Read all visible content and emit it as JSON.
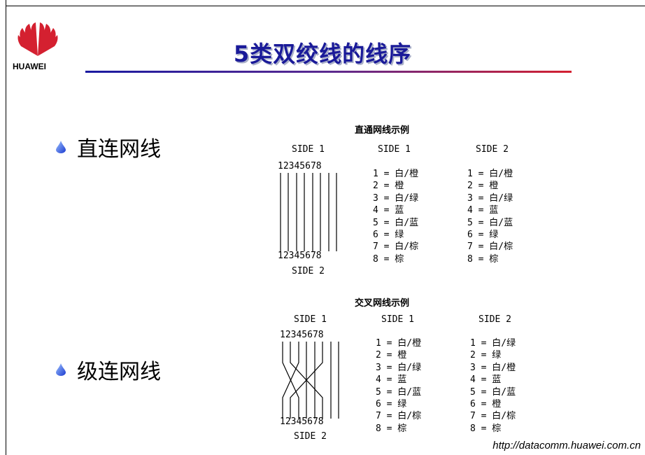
{
  "brand": {
    "name": "HUAWEI",
    "color": "#d42030"
  },
  "title": "5类双绞线的线序",
  "bullets": [
    {
      "label": "直连网线",
      "icon": "drop-icon"
    },
    {
      "label": "级连网线",
      "icon": "drop-icon"
    }
  ],
  "straight": {
    "heading": "直通网线示例",
    "side1_label": "SIDE 1",
    "side2_label": "SIDE 2",
    "pins": "12345678",
    "col1_head": "SIDE 1",
    "col2_head": "SIDE 2",
    "col1": [
      "1 = 白/橙",
      "2 = 橙",
      "3 = 白/绿",
      "4 = 蓝",
      "5 = 白/蓝",
      "6 = 绿",
      "7 = 白/棕",
      "8 = 棕"
    ],
    "col2": [
      "1 = 白/橙",
      "2 = 橙",
      "3 = 白/绿",
      "4 = 蓝",
      "5 = 白/蓝",
      "6 = 绿",
      "7 = 白/棕",
      "8 = 棕"
    ]
  },
  "crossover": {
    "heading": "交叉网线示例",
    "side1_label": "SIDE 1",
    "side2_label": "SIDE 2",
    "pins": "12345678",
    "col1_head": "SIDE 1",
    "col2_head": "SIDE 2",
    "col1": [
      "1 = 白/橙",
      "2 = 橙",
      "3 = 白/绿",
      "4 = 蓝",
      "5 = 白/蓝",
      "6 = 绿",
      "7 = 白/棕",
      "8 = 棕"
    ],
    "col2": [
      "1 = 白/绿",
      "2 = 绿",
      "3 = 白/橙",
      "4 = 蓝",
      "5 = 白/蓝",
      "6 = 橙",
      "7 = 白/棕",
      "8 = 棕"
    ]
  },
  "footer_url": "http://datacomm.huawei.com.cn"
}
